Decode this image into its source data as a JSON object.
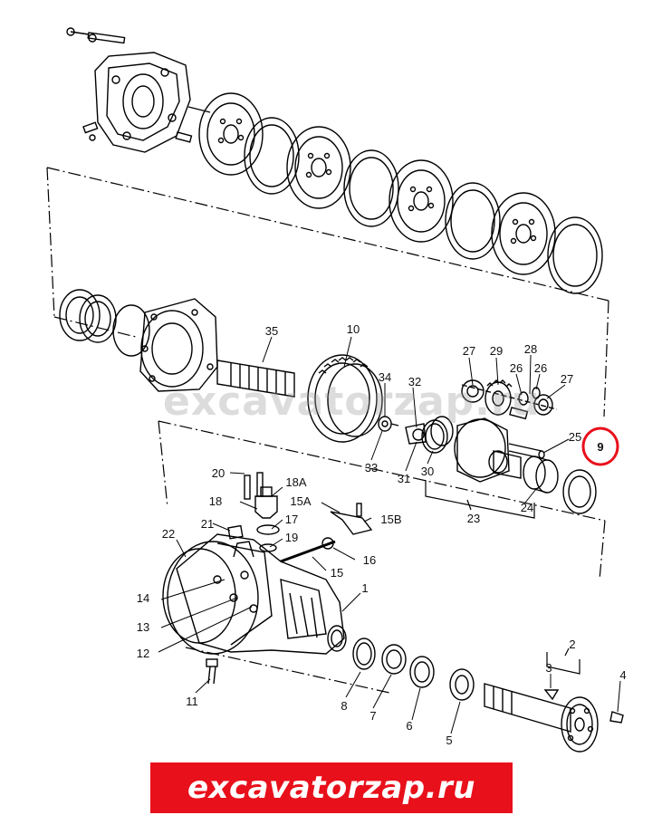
{
  "watermark": "excavatorzap.ru",
  "banner": {
    "text": "excavatorzap.ru",
    "color": "#e8101b"
  },
  "highlight": {
    "label": "9",
    "color": "#e8101b"
  },
  "callouts": [
    "1",
    "2",
    "3",
    "4",
    "5",
    "6",
    "7",
    "8",
    "9",
    "10",
    "11",
    "12",
    "13",
    "14",
    "15",
    "15A",
    "15B",
    "16",
    "17",
    "18",
    "18A",
    "19",
    "20",
    "21",
    "22",
    "23",
    "24",
    "25",
    "26",
    "27",
    "28",
    "29",
    "30",
    "31",
    "32",
    "33",
    "34",
    "35"
  ]
}
